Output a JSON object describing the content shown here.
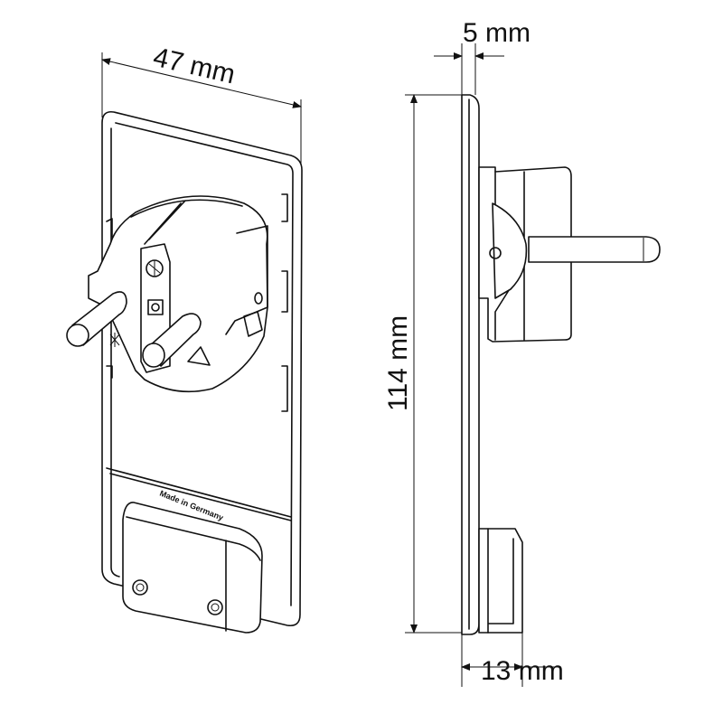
{
  "dimensions": {
    "width": "47 mm",
    "depth_plate": "5 mm",
    "height": "114 mm",
    "depth_total": "13 mm"
  },
  "labels": {
    "made_in": "Made in Germany"
  }
}
